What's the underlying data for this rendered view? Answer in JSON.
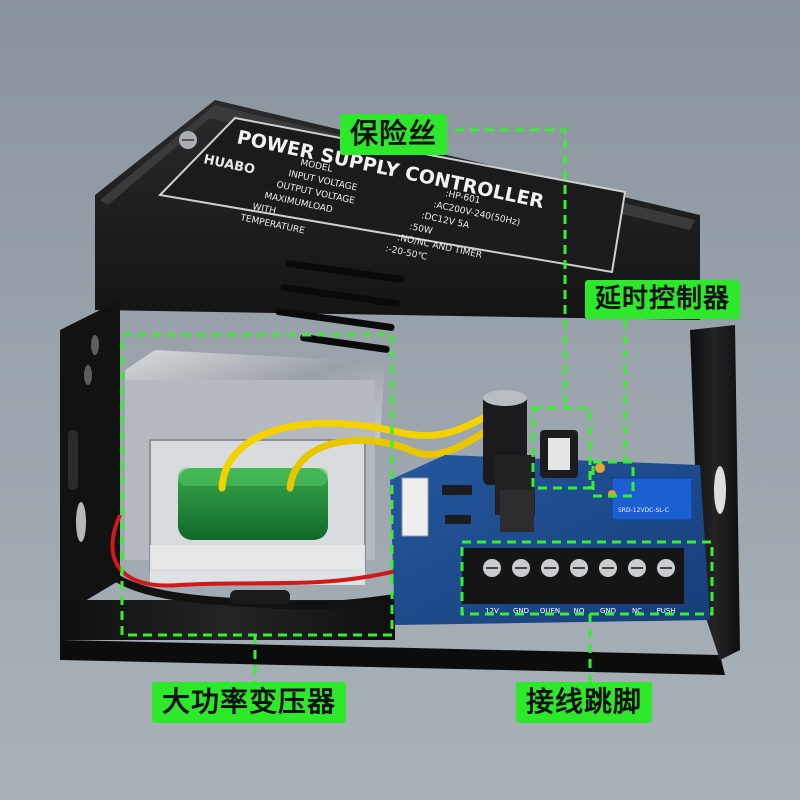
{
  "product": {
    "label_title": "POWER SUPPLY CONTROLLER",
    "brand": "HUABO",
    "spec_keys": [
      "MODEL",
      "INPUT VOLTAGE",
      "OUTPUT VOLTAGE",
      "MAXIMUMLOAD",
      "WITH",
      "TEMPERATURE"
    ],
    "spec_values": [
      ":HP-601",
      ":AC200V-240(50Hz)",
      ":DC12V 5A",
      ":50W",
      ":NO/NC AND TIMER",
      ":-20-50℃"
    ],
    "terminal_labels": [
      "12V",
      "GND",
      "OUEN",
      "NO",
      "GND",
      "NC",
      "PUSH"
    ],
    "relay_text": "SRD-12VDC-SL-C"
  },
  "callouts": {
    "fuse": "保险丝",
    "timer_controller": "延时控制器",
    "transformer": "大功率变压器",
    "terminal_block": "接线跳脚"
  },
  "colors": {
    "callout_bg": "#2ee82b",
    "dashed_line": "#35f02f",
    "enclosure": "#1a1a1a",
    "pcb": "#1f4a8c",
    "background": "#9aa3ab"
  }
}
